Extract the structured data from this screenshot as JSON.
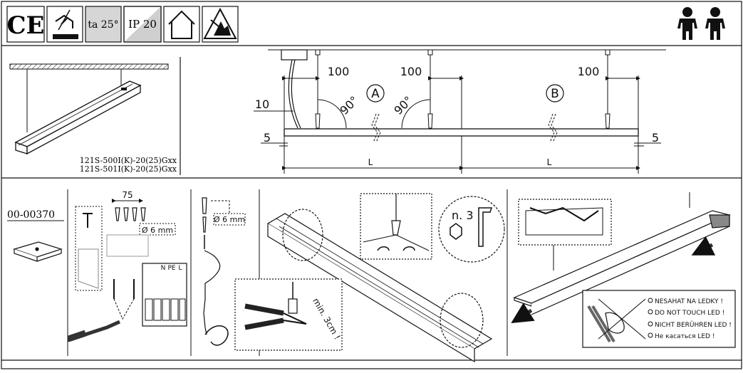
{
  "header": {
    "symbols": [
      {
        "name": "ce-mark",
        "text": "CE"
      },
      {
        "name": "direct-mount-symbol",
        "text": ""
      },
      {
        "name": "ambient-temperature-badge",
        "text": "ta 25°"
      },
      {
        "name": "ip-rating-badge",
        "text": "IP 20"
      },
      {
        "name": "indoor-use-symbol",
        "text": ""
      },
      {
        "name": "esd-warning-symbol",
        "text": ""
      }
    ],
    "children_icon": "two-children-icon"
  },
  "overview": {
    "model_lines": [
      "121S-500I(K)-20(25)Gxx",
      "121S-501I(K)-20(25)Gxx"
    ]
  },
  "dimension_drawing": {
    "spacing_a": "100",
    "spacing_b": "100",
    "spacing_c": "100",
    "cable_offset": "10",
    "end_offset_left": "5",
    "end_offset_right": "5",
    "angle_1": "90°",
    "angle_2": "90°",
    "section_a": "A",
    "section_b": "B",
    "length_1": "L",
    "length_2": "L"
  },
  "installation": {
    "code": "00-00370",
    "hole_spacing": "75",
    "drill_1": "Ø 6 mm",
    "drill_2": "Ø 6 mm",
    "terminal_labels": [
      "N",
      "PE",
      "L"
    ],
    "min_length": "min. 3cm !",
    "hex_key": "n. 3"
  },
  "warnings": [
    "NESAHAT NA LEDKY !",
    "DO NOT TOUCH LED !",
    "NICHT BERÜHREN LED !",
    "Не касаться LED !"
  ]
}
